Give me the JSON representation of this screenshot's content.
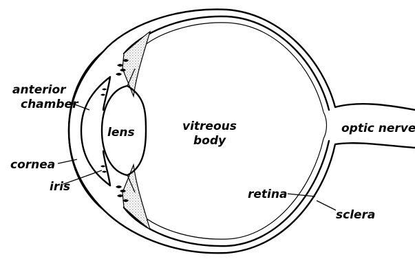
{
  "labels": {
    "anterior_line1": "anterior",
    "anterior_line2": "chamber",
    "cornea": "cornea",
    "iris": "iris",
    "lens": "lens",
    "vitreous_line1": "vitreous",
    "vitreous_line2": "body",
    "optic_nerve": "optic nerve",
    "retina": "retina",
    "sclera": "sclera"
  }
}
